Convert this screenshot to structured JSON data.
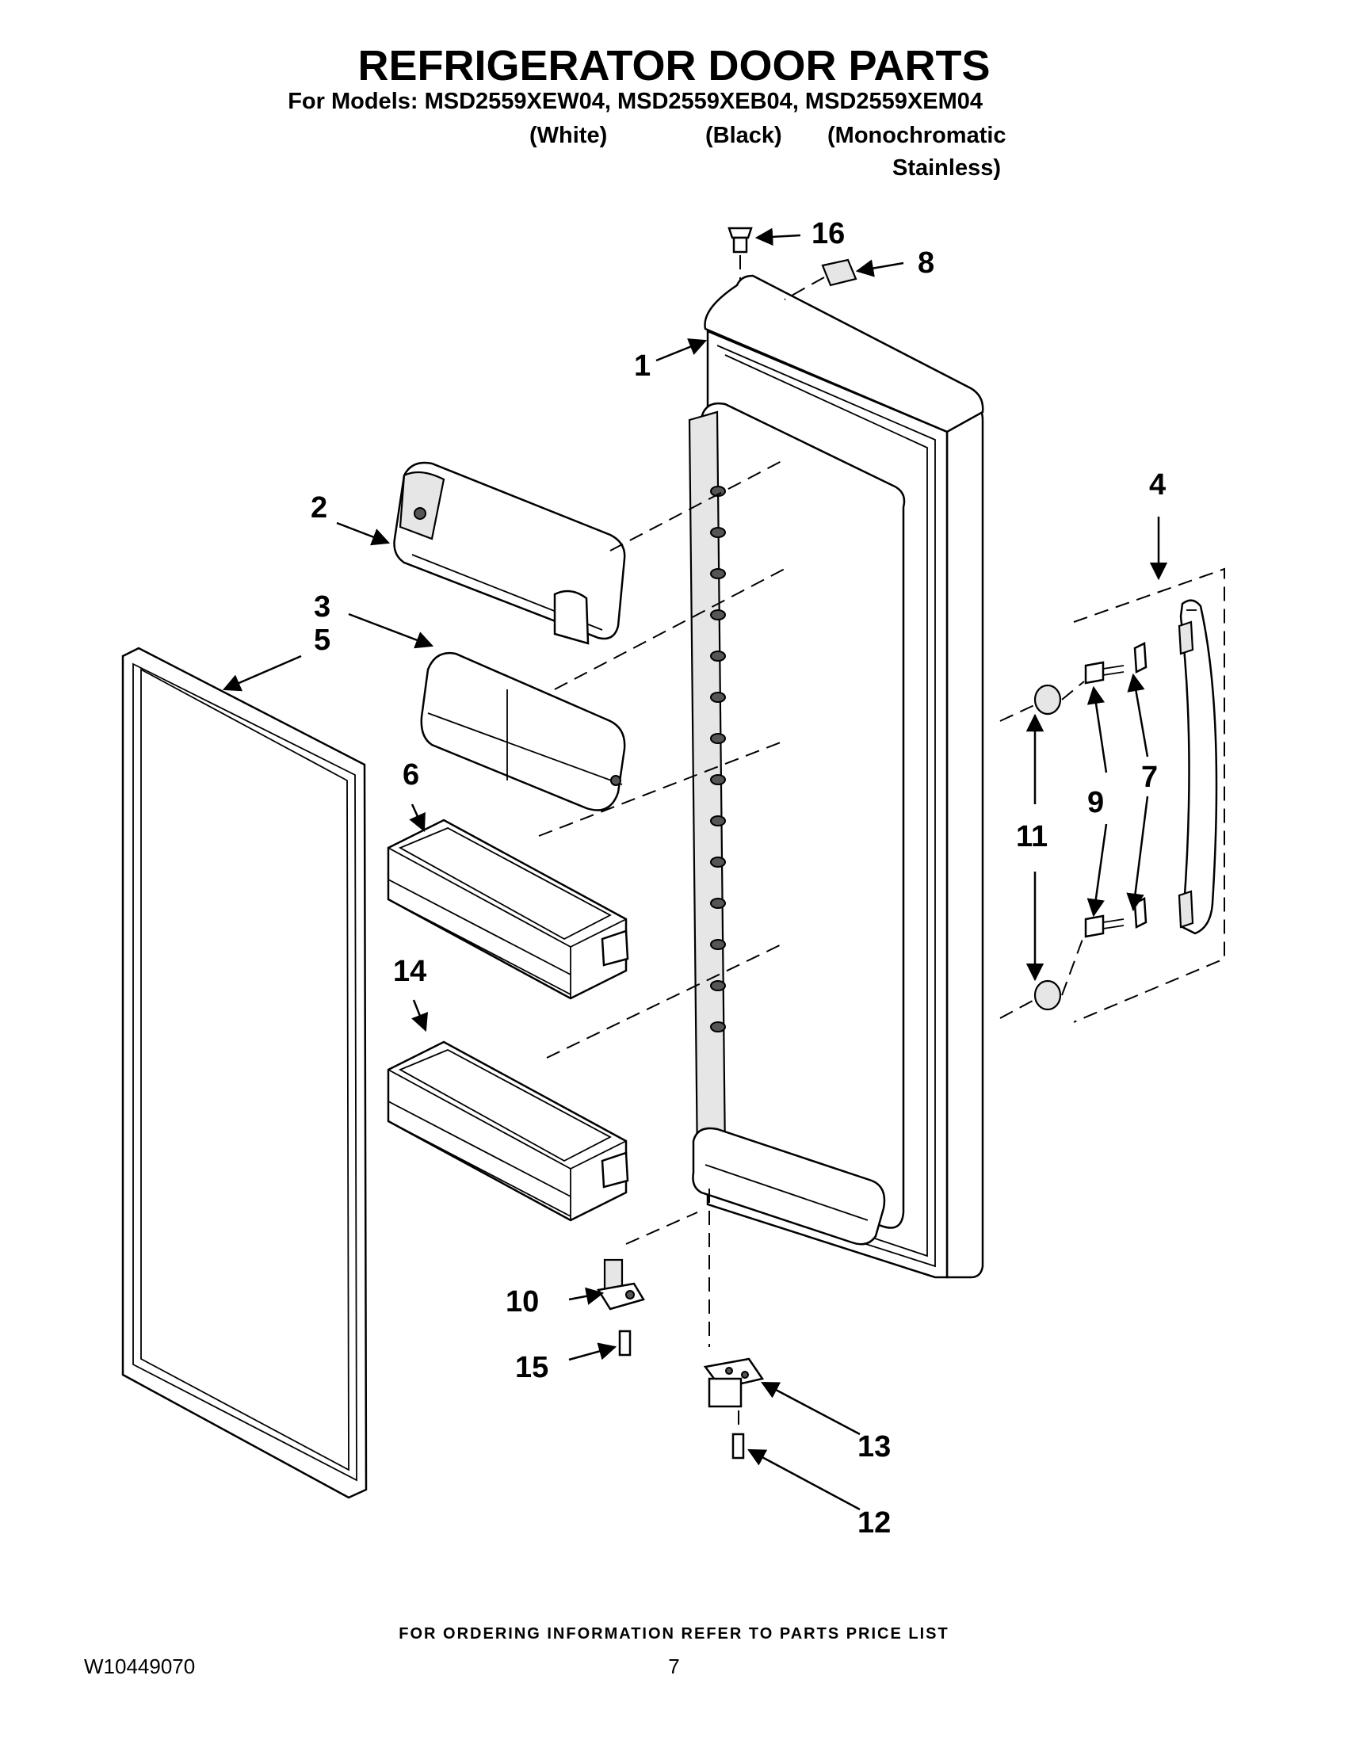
{
  "header": {
    "title": "REFRIGERATOR DOOR PARTS",
    "models": "For Models: MSD2559XEW04, MSD2559XEB04, MSD2559XEM04",
    "color_white": "(White)",
    "color_black": "(Black)",
    "color_mono_1": "(Monochromatic",
    "color_mono_2": "Stainless)"
  },
  "callouts": {
    "c1": "1",
    "c2": "2",
    "c3": "3",
    "c4": "4",
    "c5": "5",
    "c6": "6",
    "c7": "7",
    "c8": "8",
    "c9": "9",
    "c10": "10",
    "c11": "11",
    "c12": "12",
    "c13": "13",
    "c14": "14",
    "c15": "15",
    "c16": "16"
  },
  "footer": {
    "ordering": "FOR ORDERING INFORMATION REFER TO PARTS PRICE LIST",
    "doc_number": "W10449070",
    "page_number": "7"
  }
}
